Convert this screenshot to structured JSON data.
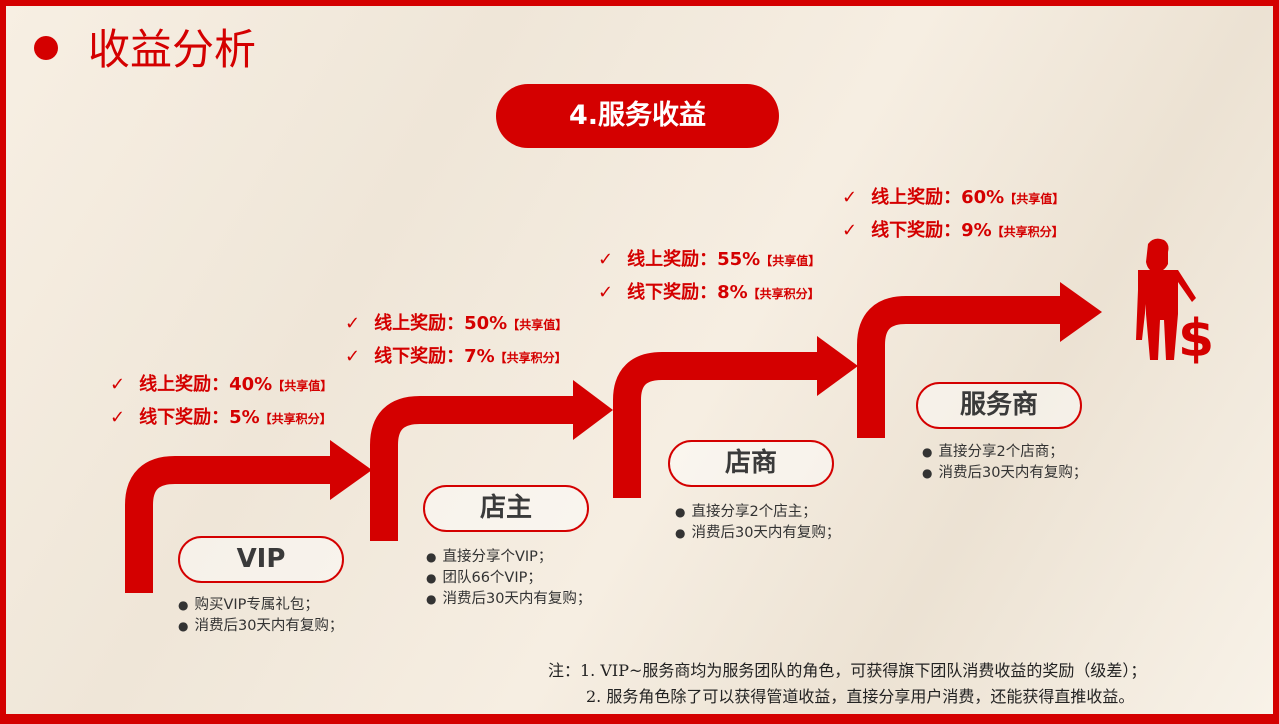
{
  "title": "收益分析",
  "banner": "4.服务收益",
  "levels": [
    {
      "name": "VIP",
      "conditions": [
        "购买VIP专属礼包；",
        "消费后30天内有复购；"
      ],
      "online": "线上奖励：40%",
      "online_tag": "【共享值】",
      "offline": "线下奖励：5%",
      "offline_tag": "【共享积分】"
    },
    {
      "name": "店主",
      "conditions": [
        "直接分享个VIP；",
        "团队66个VIP；",
        "消费后30天内有复购；"
      ],
      "online": "线上奖励：50%",
      "online_tag": "【共享值】",
      "offline": "线下奖励：7%",
      "offline_tag": "【共享积分】"
    },
    {
      "name": "店商",
      "conditions": [
        "直接分享2个店主；",
        "消费后30天内有复购；"
      ],
      "online": "线上奖励：55%",
      "online_tag": "【共享值】",
      "offline": "线下奖励：8%",
      "offline_tag": "【共享积分】"
    },
    {
      "name": "服务商",
      "conditions": [
        "直接分享2个店商；",
        "消费后30天内有复购；"
      ],
      "online": "线上奖励：60%",
      "online_tag": "【共享值】",
      "offline": "线下奖励：9%",
      "offline_tag": "【共享积分】"
    }
  ],
  "check": "✓",
  "notes": [
    "注：1. VIP~服务商均为服务团队的角色，可获得旗下团队消费收益的奖励（级差）；",
    "2. 服务角色除了可以获得管道收益，直接分享用户消费，还能获得直推收益。"
  ],
  "colors": {
    "accent": "#d40000"
  }
}
